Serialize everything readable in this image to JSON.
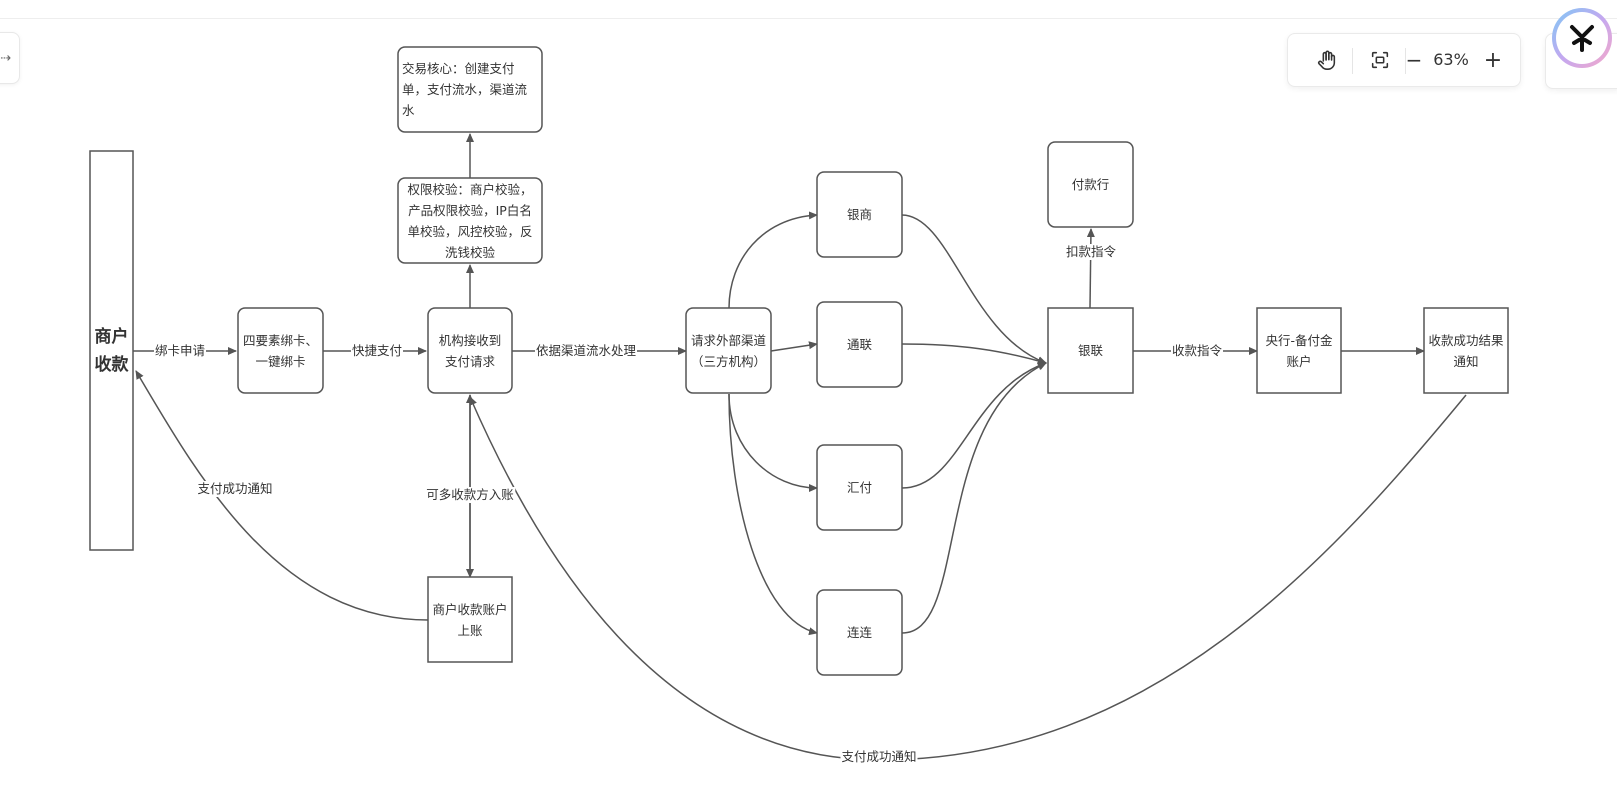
{
  "toolbar": {
    "zoom_label": "63%",
    "zoom_out_symbol": "−",
    "zoom_in_symbol": "+",
    "hand_icon": "hand-icon",
    "fit_icon": "fit-screen-icon"
  },
  "left_tab": {
    "icon": "arrow-right-icon",
    "glyph": "⇢"
  },
  "nodes": {
    "merchant": "商户\n收款",
    "bind_card": "四要素绑卡、\n一键绑卡",
    "receive_request": "机构接收到\n支付请求",
    "auth_check": "权限校验：商户校验，产品权限校验，IP白名单校验，风控校验，反洗钱校验",
    "trade_core": "交易核心：创建支付单，支付流水，渠道流水",
    "merchant_account": "商户收款账户\n上账",
    "external_channel": "请求外部渠道\n（三方机构）",
    "yinshang": "银商",
    "tonglian": "通联",
    "huifu": "汇付",
    "lianlian": "连连",
    "unionpay": "银联",
    "payer_bank": "付款行",
    "central_bank": "央行-备付金账户",
    "result_notice": "收款成功结果\n通知"
  },
  "edges": {
    "bind_apply": "绑卡申请",
    "quick_pay": "快捷支付",
    "channel_flow": "依据渠道流水处理",
    "multi_account": "可多收款方入账",
    "pay_success_left": "支付成功通知",
    "debit_cmd": "扣款指令",
    "collect_cmd": "收款指令",
    "pay_success_bottom": "支付成功通知"
  },
  "colors": {
    "stroke": "#555555",
    "text": "#333333",
    "toolbar_border": "#eaeaea"
  }
}
